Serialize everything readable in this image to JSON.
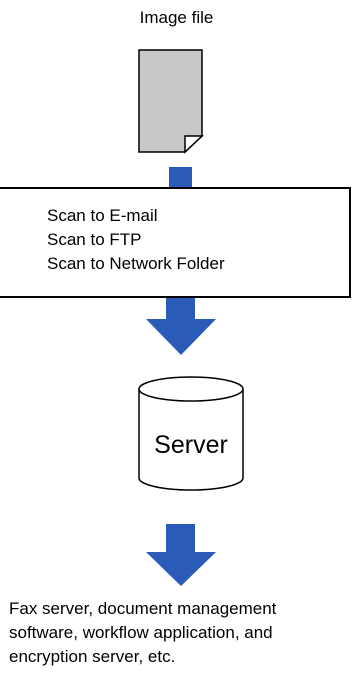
{
  "image_file": {
    "title": "Image file"
  },
  "scan_functions": {
    "items": [
      "Scan to E-mail",
      "Scan to FTP",
      "Scan to Network Folder"
    ]
  },
  "server": {
    "label": "Server"
  },
  "destinations": {
    "text": "Fax server, document management software, workflow application, and encryption server, etc."
  },
  "colors": {
    "arrow": "#2b5bb8",
    "document_fill": "#c8c8c8",
    "outline": "#000000"
  }
}
